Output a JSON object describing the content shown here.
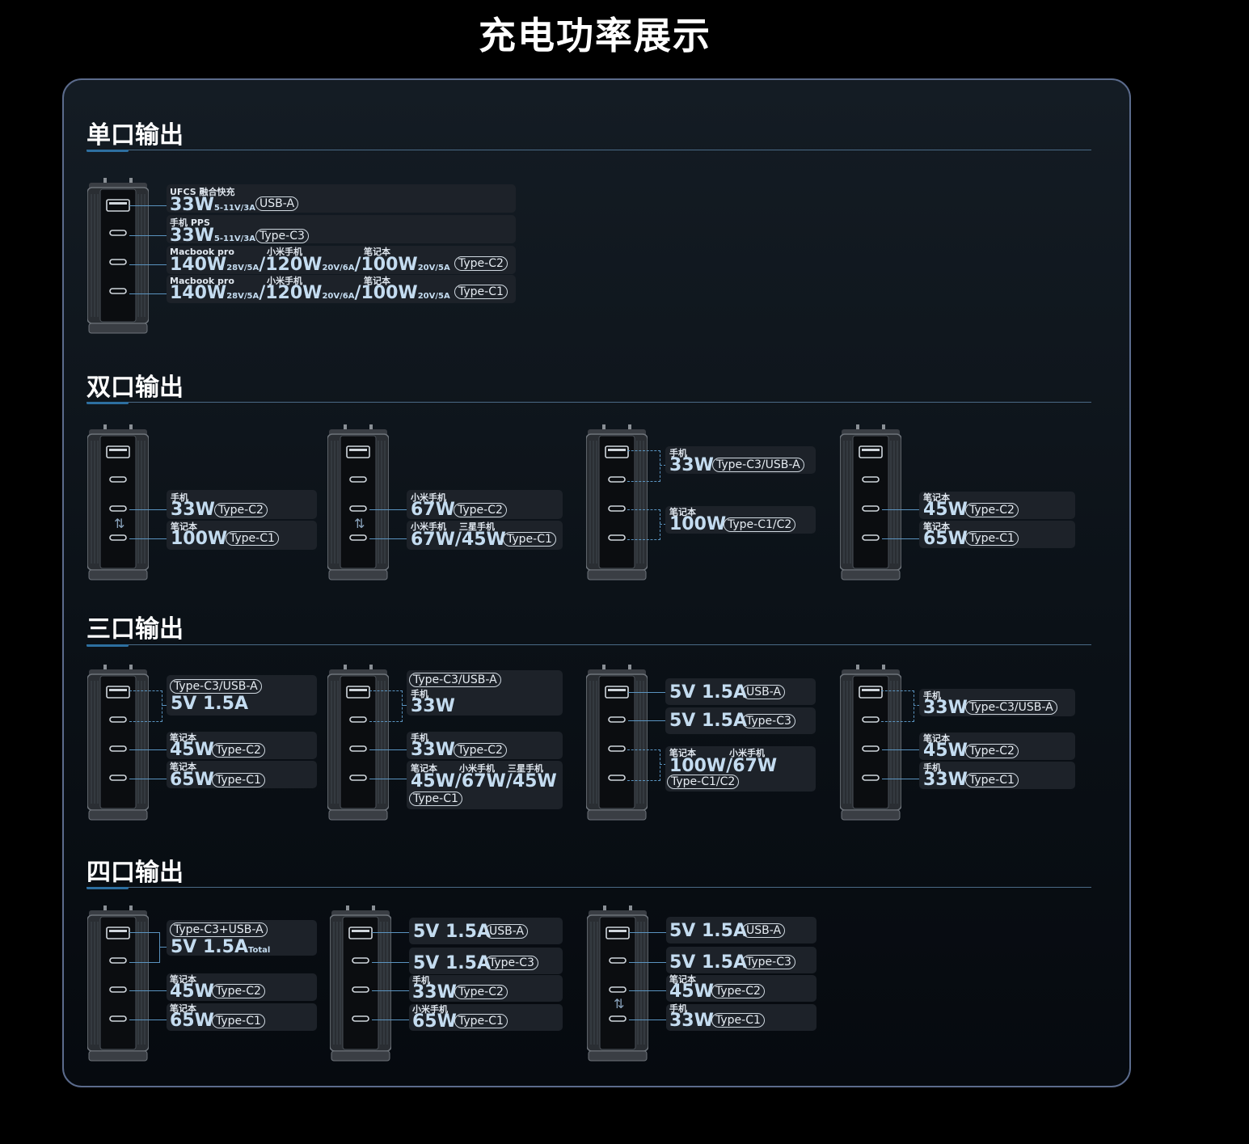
{
  "title": "充电功率展示",
  "sections": {
    "single": "单口输出",
    "dual": "双口输出",
    "triple": "三口输出",
    "quad": "四口输出"
  },
  "single": {
    "row1": {
      "small": "UFCS 融合快充",
      "big": "33W",
      "sub": "5-11V/3A",
      "port": "USB-A"
    },
    "row2": {
      "small": "手机 PPS",
      "big": "33W",
      "sub": "5-11V/3A",
      "port": "Type-C3"
    },
    "row3": {
      "s1": "Macbook pro",
      "b1": "140W",
      "u1": "28V/5A",
      "s2": "小米手机",
      "b2": "/120W",
      "u2": "20V/6A",
      "s3": "笔记本",
      "b3": "/100W",
      "u3": "20V/5A",
      "port": "Type-C2"
    },
    "row4": {
      "s1": "Macbook pro",
      "b1": "140W",
      "u1": "28V/5A",
      "s2": "小米手机",
      "b2": "/120W",
      "u2": "20V/6A",
      "s3": "笔记本",
      "b3": "/100W",
      "u3": "20V/5A",
      "port": "Type-C1"
    }
  },
  "dual": {
    "d1": {
      "r1": {
        "small": "手机",
        "big": "33W",
        "port": "Type-C2"
      },
      "r2": {
        "small": "笔记本",
        "big": "100W",
        "port": "Type-C1"
      }
    },
    "d2": {
      "r1": {
        "small": "小米手机",
        "big": "67W",
        "port": "Type-C2"
      },
      "r2": {
        "small": "小米手机",
        "small2": "三星手机",
        "big": "67W/45W",
        "port": "Type-C1"
      }
    },
    "d3": {
      "r1": {
        "small": "手机",
        "big": "33W",
        "port": "Type-C3/USB-A"
      },
      "r2": {
        "small": "笔记本",
        "big": "100W",
        "port": "Type-C1/C2"
      }
    },
    "d4": {
      "r1": {
        "small": "笔记本",
        "big": "45W",
        "port": "Type-C2"
      },
      "r2": {
        "small": "笔记本",
        "big": "65W",
        "port": "Type-C1"
      }
    }
  },
  "triple": {
    "t1": {
      "top": {
        "port": "Type-C3/USB-A",
        "big": "5V 1.5A"
      },
      "r2": {
        "small": "笔记本",
        "big": "45W",
        "port": "Type-C2"
      },
      "r3": {
        "small": "笔记本",
        "big": "65W",
        "port": "Type-C1"
      }
    },
    "t2": {
      "top": {
        "port": "Type-C3/USB-A",
        "small": "手机",
        "big": "33W"
      },
      "r2": {
        "small": "手机",
        "big": "33W",
        "port": "Type-C2"
      },
      "r3": {
        "s1": "笔记本",
        "s2": "小米手机",
        "s3": "三星手机",
        "big": "45W/67W/45W",
        "port": "Type-C1"
      }
    },
    "t3": {
      "r1": {
        "big": "5V 1.5A",
        "port": "USB-A"
      },
      "r2": {
        "big": "5V 1.5A",
        "port": "Type-C3"
      },
      "r3": {
        "s1": "笔记本",
        "s2": "小米手机",
        "big": "100W/67W",
        "port": "Type-C1/C2"
      }
    },
    "t4": {
      "r1": {
        "small": "手机",
        "big": "33W",
        "port": "Type-C3/USB-A"
      },
      "r2": {
        "small": "笔记本",
        "big": "45W",
        "port": "Type-C2"
      },
      "r3": {
        "small": "手机",
        "big": "33W",
        "port": "Type-C1"
      }
    }
  },
  "quad": {
    "q1": {
      "top": {
        "port": "Type-C3+USB-A",
        "big": "5V 1.5A",
        "sub": "Total"
      },
      "r2": {
        "small": "笔记本",
        "big": "45W",
        "port": "Type-C2"
      },
      "r3": {
        "small": "笔记本",
        "big": "65W",
        "port": "Type-C1"
      }
    },
    "q2": {
      "r1": {
        "big": "5V 1.5A",
        "port": "USB-A"
      },
      "r2": {
        "big": "5V 1.5A",
        "port": "Type-C3"
      },
      "r3": {
        "small": "手机",
        "big": "33W",
        "port": "Type-C2"
      },
      "r4": {
        "small": "小米手机",
        "big": "65W",
        "port": "Type-C1"
      }
    },
    "q3": {
      "r1": {
        "big": "5V 1.5A",
        "port": "USB-A"
      },
      "r2": {
        "big": "5V 1.5A",
        "port": "Type-C3"
      },
      "r3": {
        "small": "笔记本",
        "big": "45W",
        "port": "Type-C2"
      },
      "r4": {
        "small": "手机",
        "big": "33W",
        "port": "Type-C1"
      }
    }
  },
  "icons": {
    "charger": "charger-icon",
    "swap": "swap-arrows-icon"
  },
  "colors": {
    "background": "#000000",
    "panel_border": "#5b6b8c",
    "accent_line": "#5a93bf",
    "value_text": "#c4dcf0"
  }
}
